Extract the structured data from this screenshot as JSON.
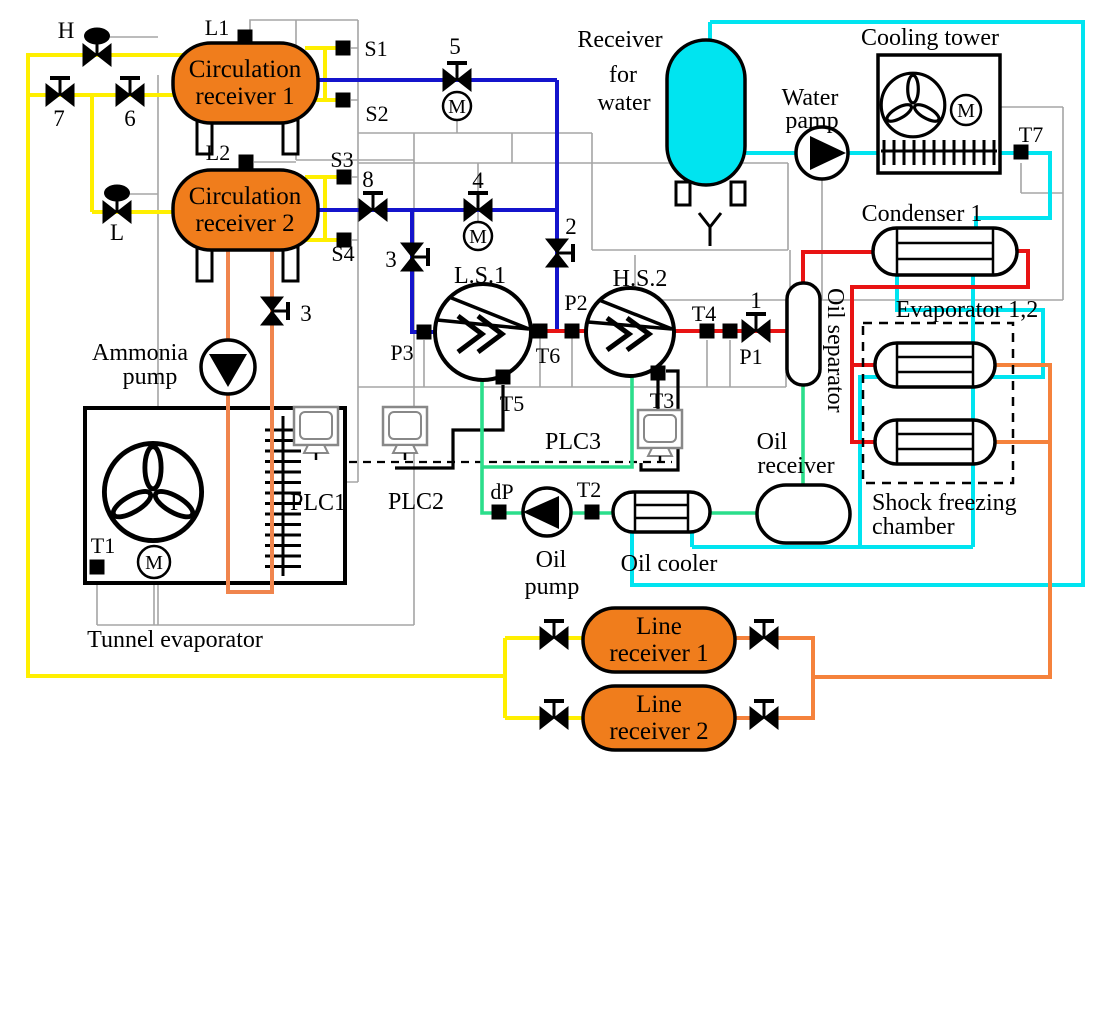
{
  "colors": {
    "yellow": "#ffef00",
    "blue": "#1414cc",
    "red": "#e81313",
    "green": "#2bde8b",
    "cyan": "#00e4f0",
    "orange_vessel": "#f07d1c",
    "orange_line": "#f0854d",
    "orange_line2": "#f5823c",
    "wire": "#a5a5a5"
  },
  "labels": {
    "cr1_1": "Circulation",
    "cr1_2": "receiver 1",
    "cr2_1": "Circulation",
    "cr2_2": "receiver 2",
    "lr1_1": "Line",
    "lr1_2": "receiver 1",
    "lr2_1": "Line",
    "lr2_2": "receiver 2",
    "receiver_water_1": "Receiver",
    "receiver_water_2": "for",
    "receiver_water_3": "water",
    "water_pump_1": "Water",
    "water_pump_2": "pamp",
    "cooling_tower": "Cooling tower",
    "condenser": "Condenser 1",
    "evaporator": "Evaporator 1,2",
    "shock_1": "Shock freezing",
    "shock_2": "chamber",
    "oil_separator": "Oil separator",
    "oil_receiver_1": "Oil",
    "oil_receiver_2": "receiver",
    "oil_cooler": "Oil cooler",
    "oil_pump_1": "Oil",
    "oil_pump_2": "pump",
    "ammonia_pump_1": "Ammonia",
    "ammonia_pump_2": "pump",
    "tunnel_evaporator": "Tunnel evaporator",
    "ls1": "L.S.1",
    "hs2": "H.S.2",
    "plc1": "PLC1",
    "plc2": "PLC2",
    "plc3": "PLC3",
    "motor": "M"
  },
  "valves": {
    "h": "H",
    "l": "L",
    "n7": "7",
    "n6": "6",
    "n8": "8",
    "n5": "5",
    "n4": "4",
    "n3_suction": "3",
    "n2": "2",
    "n3_return": "3",
    "n1": "1"
  },
  "sensors": {
    "l1": "L1",
    "l2": "L2",
    "s1": "S1",
    "s2": "S2",
    "s3": "S3",
    "s4": "S4",
    "p1": "P1",
    "p2": "P2",
    "p3": "P3",
    "dp": "dP",
    "t1": "T1",
    "t2": "T2",
    "t3": "T3",
    "t4": "T4",
    "t5": "T5",
    "t6": "T6",
    "t7": "T7"
  }
}
